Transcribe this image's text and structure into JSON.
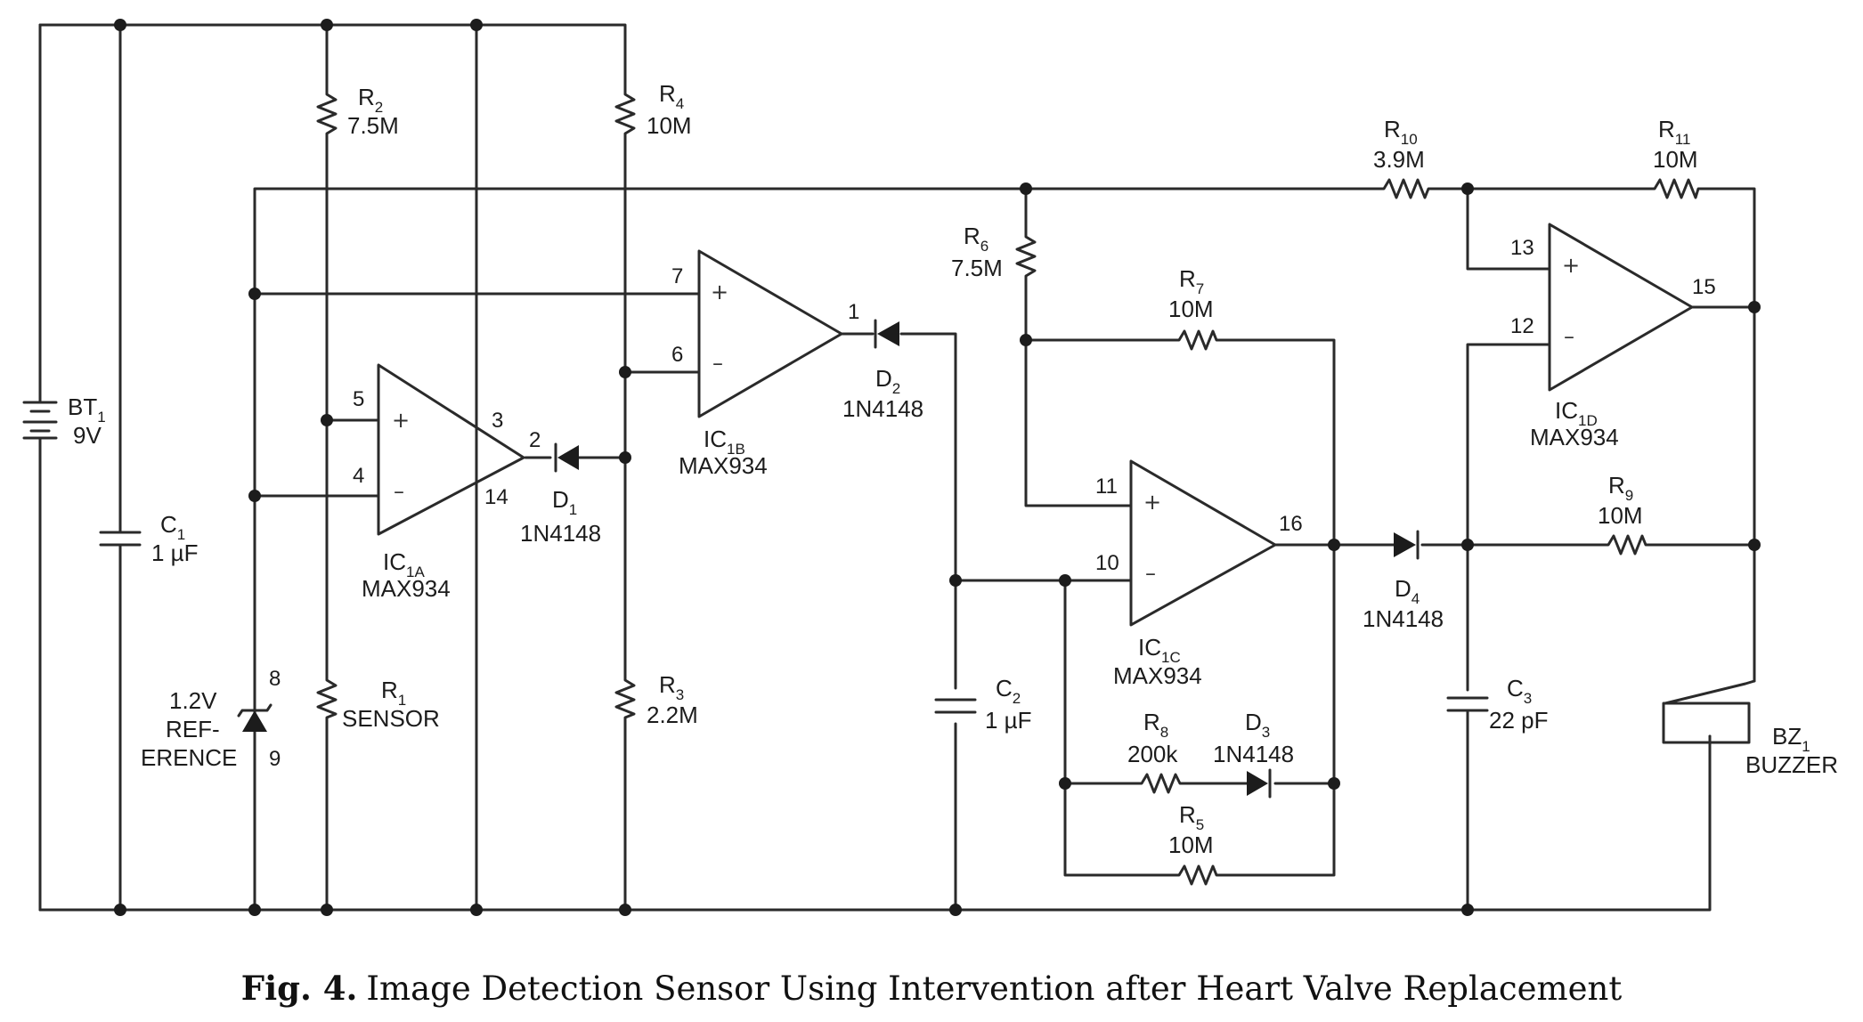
{
  "components": {
    "bt1": {
      "ref": "BT",
      "sub": "1",
      "value": "9V"
    },
    "c1": {
      "ref": "C",
      "sub": "1",
      "value": "1 µF"
    },
    "ref_diode": {
      "line1": "1.2V",
      "line2": "REF-",
      "line3": "ERENCE",
      "pin_top": "8",
      "pin_bottom": "9"
    },
    "r2": {
      "ref": "R",
      "sub": "2",
      "value": "7.5M"
    },
    "r1": {
      "ref": "R",
      "sub": "1",
      "value": "SENSOR"
    },
    "r4": {
      "ref": "R",
      "sub": "4",
      "value": "10M"
    },
    "r3": {
      "ref": "R",
      "sub": "3",
      "value": "2.2M"
    },
    "ic1a": {
      "ref": "IC",
      "sub": "1A",
      "part": "MAX934",
      "pins": {
        "plus": "5",
        "minus": "4",
        "out": "2",
        "vcc": "3",
        "gnd": "14"
      }
    },
    "d1": {
      "ref": "D",
      "sub": "1",
      "part": "1N4148"
    },
    "ic1b": {
      "ref": "IC",
      "sub": "1B",
      "part": "MAX934",
      "pins": {
        "plus": "7",
        "minus": "6",
        "out": "1"
      }
    },
    "d2": {
      "ref": "D",
      "sub": "2",
      "part": "1N4148"
    },
    "c2": {
      "ref": "C",
      "sub": "2",
      "value": "1 µF"
    },
    "r6": {
      "ref": "R",
      "sub": "6",
      "value": "7.5M"
    },
    "r7": {
      "ref": "R",
      "sub": "7",
      "value": "10M"
    },
    "ic1c": {
      "ref": "IC",
      "sub": "1C",
      "part": "MAX934",
      "pins": {
        "plus": "11",
        "minus": "10",
        "out": "16"
      }
    },
    "r8": {
      "ref": "R",
      "sub": "8",
      "value": "200k"
    },
    "d3": {
      "ref": "D",
      "sub": "3",
      "part": "1N4148"
    },
    "r5": {
      "ref": "R",
      "sub": "5",
      "value": "10M"
    },
    "d4": {
      "ref": "D",
      "sub": "4",
      "part": "1N4148"
    },
    "c3": {
      "ref": "C",
      "sub": "3",
      "value": "22 pF"
    },
    "r10": {
      "ref": "R",
      "sub": "10",
      "value": "3.9M"
    },
    "r11": {
      "ref": "R",
      "sub": "11",
      "value": "10M"
    },
    "ic1d": {
      "ref": "IC",
      "sub": "1D",
      "part": "MAX934",
      "pins": {
        "plus": "13",
        "minus": "12",
        "out": "15"
      }
    },
    "r9": {
      "ref": "R",
      "sub": "9",
      "value": "10M"
    },
    "bz1": {
      "ref": "BZ",
      "sub": "1",
      "value": "BUZZER"
    }
  },
  "symbols": {
    "plus": "+",
    "minus": "–"
  },
  "caption": {
    "label": "Fig. 4.",
    "text": "Image Detection Sensor Using Intervention after Heart Valve Replacement"
  }
}
